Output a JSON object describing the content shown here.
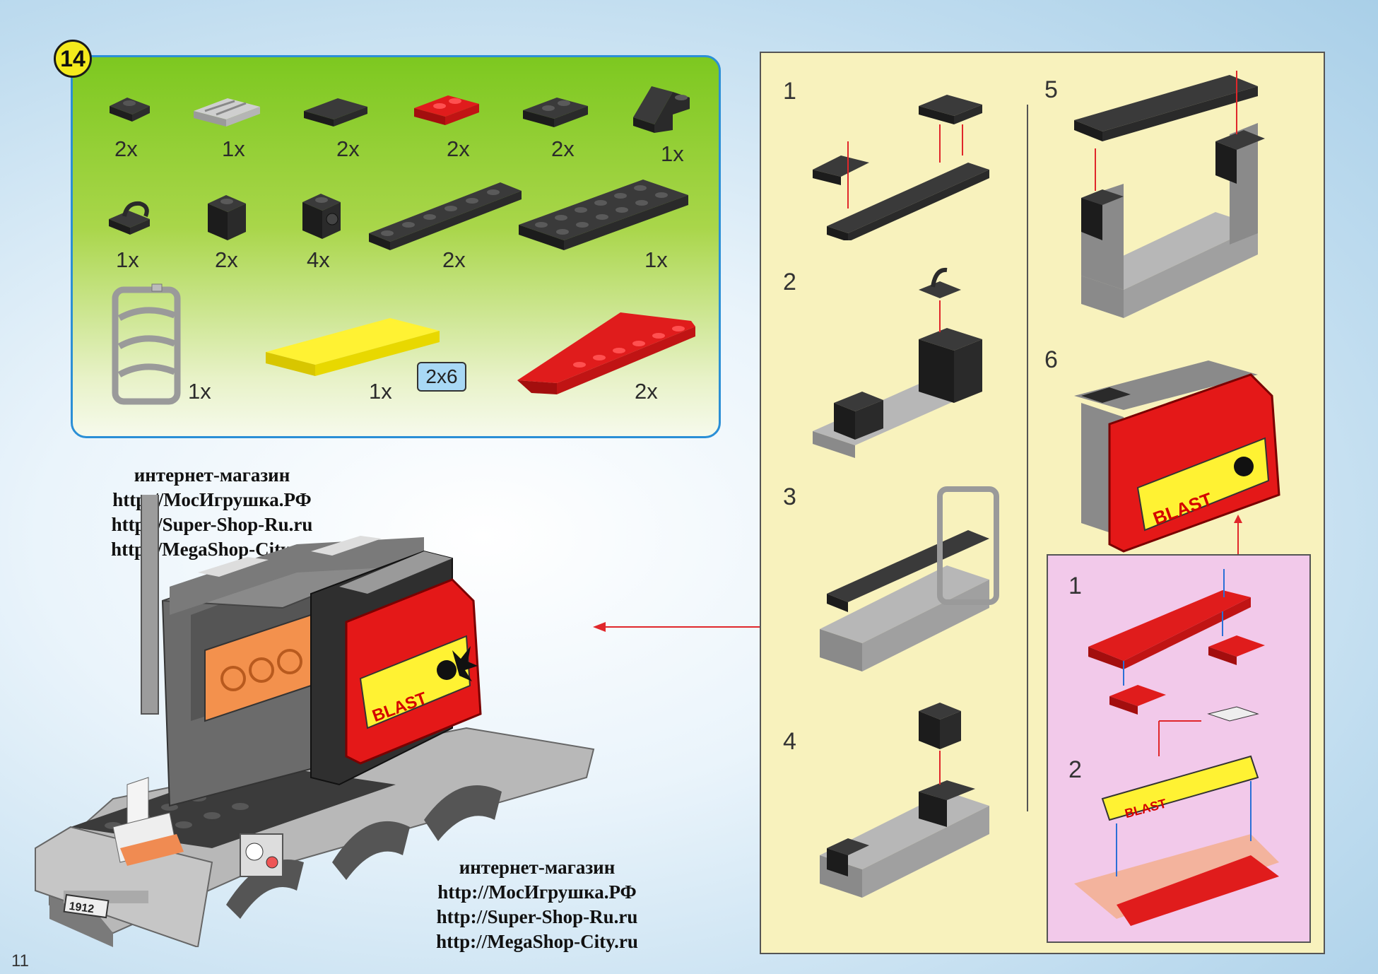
{
  "step": {
    "number": "14"
  },
  "parts": [
    {
      "icon": "black-1x1-plate-icon",
      "qty": "2x"
    },
    {
      "icon": "gray-grille-tile-icon",
      "qty": "1x"
    },
    {
      "icon": "black-1x2-tile-icon",
      "qty": "2x"
    },
    {
      "icon": "red-1x2-plate-icon",
      "qty": "2x"
    },
    {
      "icon": "black-1x2-plate-icon",
      "qty": "2x"
    },
    {
      "icon": "black-slope-icon",
      "qty": "1x"
    },
    {
      "icon": "black-clip-plate-icon",
      "qty": "1x"
    },
    {
      "icon": "black-1x1-brick-icon",
      "qty": "2x"
    },
    {
      "icon": "black-1x1-brick-stud-icon",
      "qty": "4x"
    },
    {
      "icon": "black-1x6-plate-icon",
      "qty": "2x"
    },
    {
      "icon": "black-2x6-plate-icon",
      "qty": "1x"
    },
    {
      "icon": "gray-ladder-icon",
      "qty": "1x"
    },
    {
      "icon": "yellow-2x6-tile-icon",
      "qty": "1x",
      "callout": "2x6"
    },
    {
      "icon": "red-wedge-plate-icon",
      "qty": "2x"
    }
  ],
  "shop_top": {
    "heading": "интернет-магазин",
    "links": [
      "http://МосИгрушка.РФ",
      "http://Super-Shop-Ru.ru",
      "http://MegaShop-City.ru"
    ]
  },
  "shop_bottom": {
    "heading": "интернет-магазин",
    "links": [
      "http://МосИгрушка.РФ",
      "http://Super-Shop-Ru.ru",
      "http://MegaShop-City.ru"
    ]
  },
  "model": {
    "plate": "1912",
    "sticker_text": "BLAST"
  },
  "build_steps": [
    "1",
    "2",
    "3",
    "4",
    "5",
    "6"
  ],
  "sub_steps": [
    "1",
    "2"
  ],
  "page_number": "11"
}
